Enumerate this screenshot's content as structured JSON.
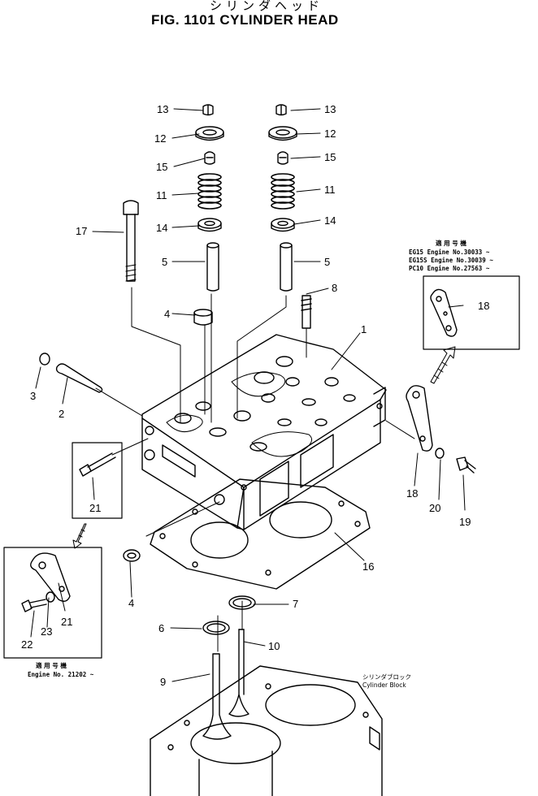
{
  "header": {
    "title_jp": "シリンダヘッド",
    "title": "FIG. 1101  CYLINDER HEAD"
  },
  "notes": {
    "top_right": {
      "caption": "適 用 号 機",
      "lines": [
        "EG15   Engine No.30033 ~",
        "EG15S  Engine No.30039 ~",
        "PC10   Engine No.27563 ~"
      ]
    },
    "bottom_left": {
      "caption": "適 用 号 機",
      "line": "Engine No. 21202 ~"
    },
    "block": {
      "jp": "シリンダブロック",
      "en": "Cylinder Block"
    }
  },
  "callouts": [
    {
      "id": "c13a",
      "text": "13"
    },
    {
      "id": "c13b",
      "text": "13"
    },
    {
      "id": "c12a",
      "text": "12"
    },
    {
      "id": "c12b",
      "text": "12"
    },
    {
      "id": "c15a",
      "text": "15"
    },
    {
      "id": "c15b",
      "text": "15"
    },
    {
      "id": "c11a",
      "text": "11"
    },
    {
      "id": "c11b",
      "text": "11"
    },
    {
      "id": "c17",
      "text": "17"
    },
    {
      "id": "c14a",
      "text": "14"
    },
    {
      "id": "c14b",
      "text": "14"
    },
    {
      "id": "c5a",
      "text": "5"
    },
    {
      "id": "c5b",
      "text": "5"
    },
    {
      "id": "c8",
      "text": "8"
    },
    {
      "id": "c4a",
      "text": "4"
    },
    {
      "id": "c1",
      "text": "1"
    },
    {
      "id": "c3",
      "text": "3"
    },
    {
      "id": "c2",
      "text": "2"
    },
    {
      "id": "c18a",
      "text": "18"
    },
    {
      "id": "c18b",
      "text": "18"
    },
    {
      "id": "c21a",
      "text": "21"
    },
    {
      "id": "c20",
      "text": "20"
    },
    {
      "id": "c19",
      "text": "19"
    },
    {
      "id": "c16",
      "text": "16"
    },
    {
      "id": "c4b",
      "text": "4"
    },
    {
      "id": "c21b",
      "text": "21"
    },
    {
      "id": "c23",
      "text": "23"
    },
    {
      "id": "c22",
      "text": "22"
    },
    {
      "id": "c7",
      "text": "7"
    },
    {
      "id": "c6",
      "text": "6"
    },
    {
      "id": "c10",
      "text": "10"
    },
    {
      "id": "c9",
      "text": "9"
    }
  ]
}
